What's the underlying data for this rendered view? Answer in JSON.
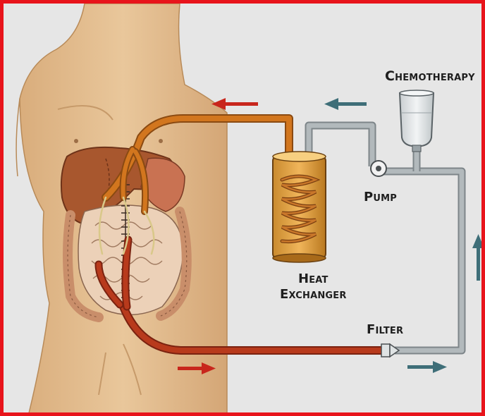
{
  "labels": {
    "chemotherapy": "Chemotherapy",
    "pump": "Pump",
    "heat_line1": "Heat",
    "heat_line2": "Exchanger",
    "filter": "Filter"
  },
  "colors": {
    "frame": "#e8141b",
    "background": "#e6e6e6",
    "skin": "#e3bd8f",
    "outflow_tube": "#d2761e",
    "inflow_tube": "#b83a1c",
    "return_line": "#a9b0b4",
    "arrow_red": "#c8261c",
    "arrow_teal": "#3e6e78"
  }
}
